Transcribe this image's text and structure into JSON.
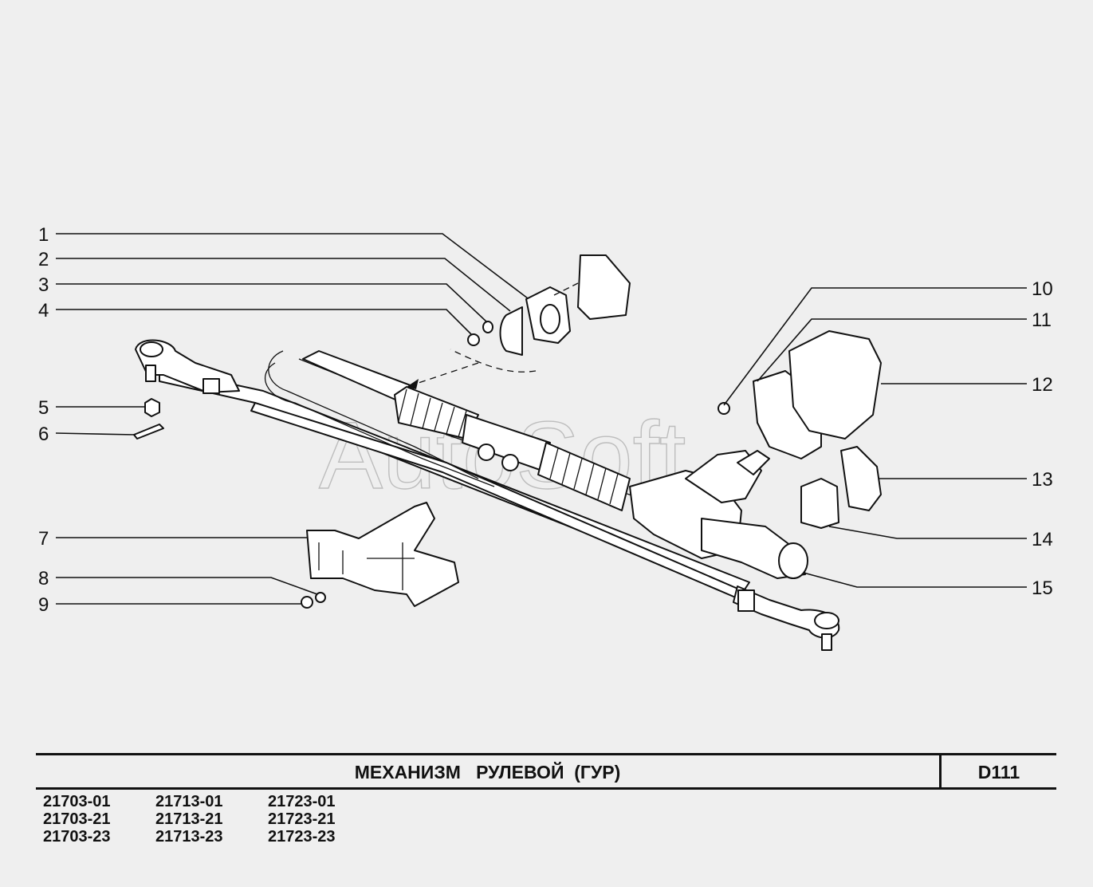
{
  "title": "МЕХАНИЗМ   РУЛЕВОЙ  (ГУР)",
  "code": "D111",
  "watermark": "AutoSoft",
  "callouts_left": [
    "1",
    "2",
    "3",
    "4",
    "5",
    "6",
    "7",
    "8",
    "9"
  ],
  "callouts_right": [
    "10",
    "11",
    "12",
    "13",
    "14",
    "15"
  ],
  "models": [
    [
      "21703-01",
      "21703-21",
      "21703-23"
    ],
    [
      "21713-01",
      "21713-21",
      "21713-23"
    ],
    [
      "21723-01",
      "21723-21",
      "21723-23"
    ]
  ]
}
